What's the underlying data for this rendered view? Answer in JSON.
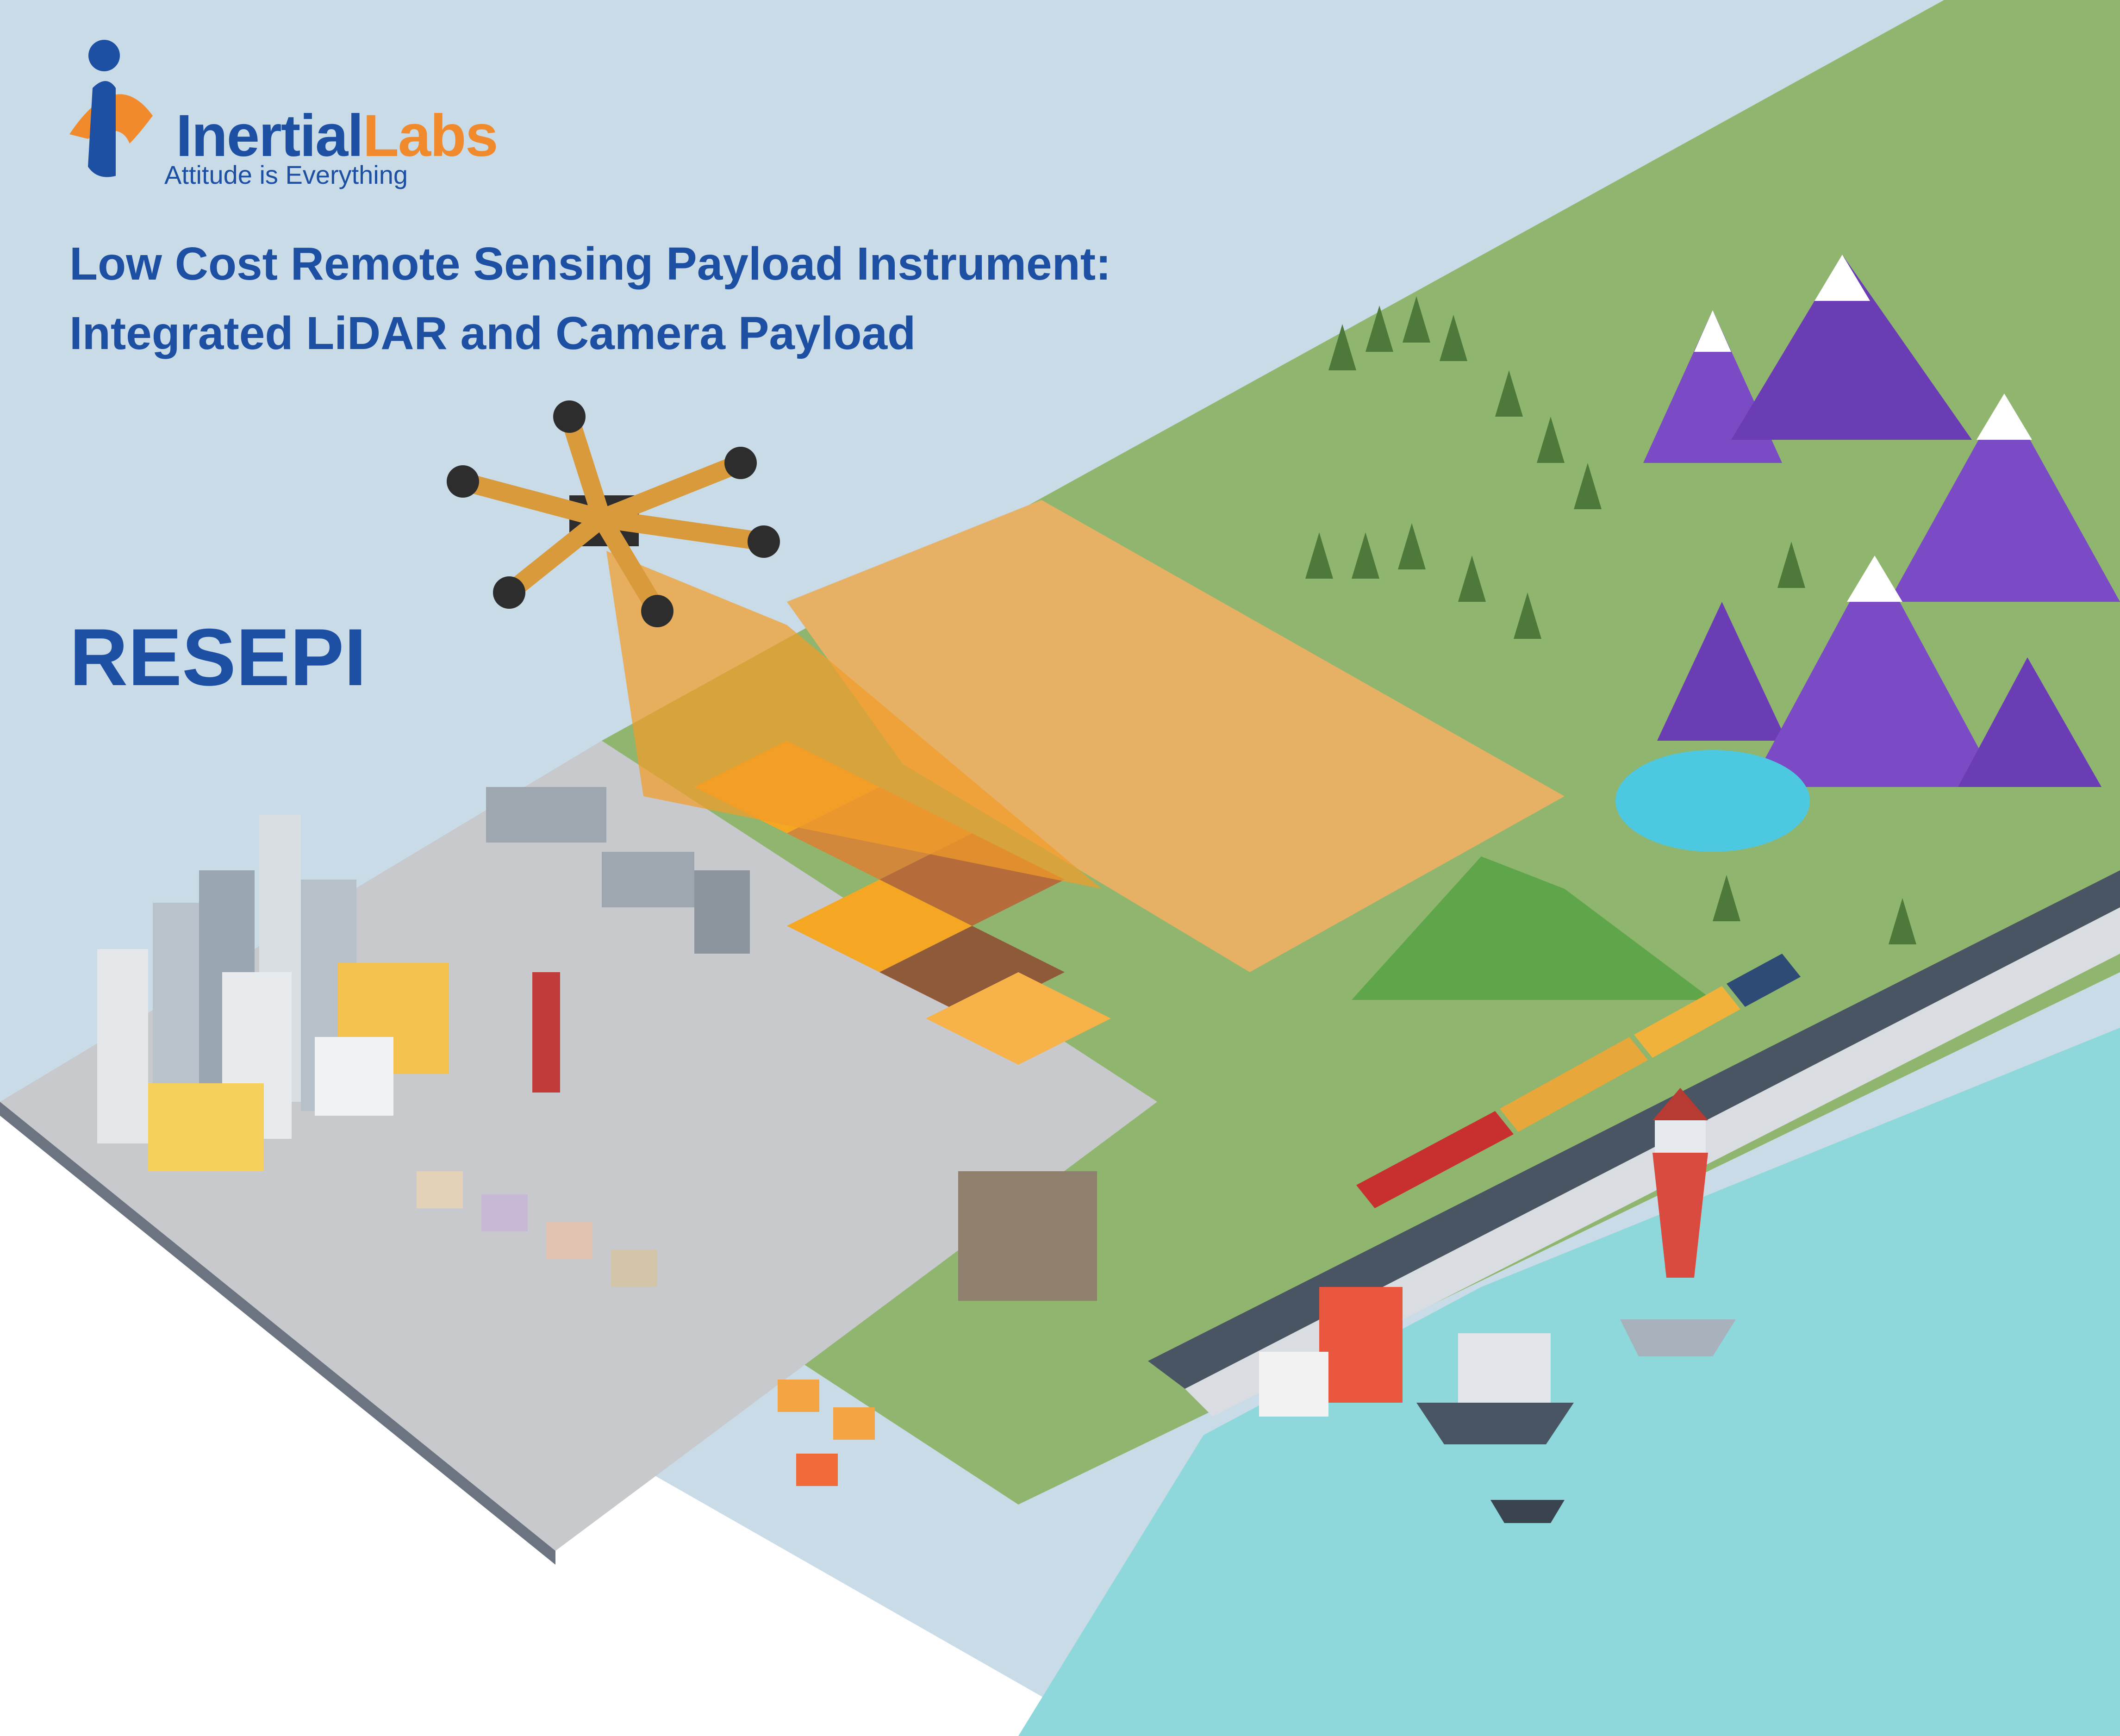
{
  "logo": {
    "name_part1": "Inertial",
    "name_part2": "Labs",
    "tagline": "Attitude is Everything",
    "colors": {
      "blue": "#1d4fa3",
      "orange": "#f08a2c"
    }
  },
  "heading": {
    "line1": "Low Cost Remote Sensing Payload Instrument:",
    "line2": "Integrated LiDAR and Camera Payload"
  },
  "product_name": "RESEPI",
  "illustration": {
    "icons": [
      "drone-icon",
      "lidar-beam",
      "mountain-icon",
      "tree-icon",
      "lighthouse-icon",
      "train-icon",
      "ship-icon",
      "factory-icon",
      "city-icon"
    ],
    "colors": {
      "sky": "#c9dbe6",
      "grass": "#8fb56e",
      "desert": "#e7b165",
      "water": "#8ed8dc",
      "mountain": "#7a4bc4",
      "beam": "#f39c2a"
    }
  }
}
